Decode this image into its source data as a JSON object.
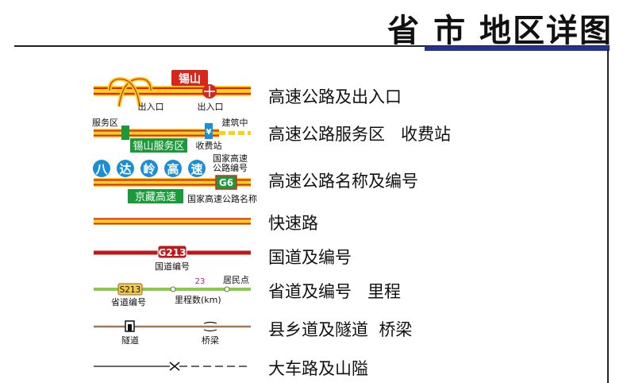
{
  "title": "省 市 地区详图",
  "legend": [
    {
      "label": "高速公路及出入口"
    },
    {
      "label": "高速公路服务区   收费站"
    },
    {
      "label": "高速公路名称及编号"
    },
    {
      "label": "快速路"
    },
    {
      "label": "国道及编号"
    },
    {
      "label": "省道及编号   里程"
    },
    {
      "label": "县乡道及隧道  桥梁"
    },
    {
      "label": "大车路及山隘"
    }
  ],
  "symbols": {
    "interchange_name": "锡山",
    "entrance_left": "出入口",
    "entrance_right": "出入口",
    "service_area": "服务区",
    "service_name": "锡山服务区",
    "toll": "收费站",
    "under_construction": "建筑中",
    "yen": "¥",
    "name_chars": [
      "八",
      "达",
      "岭",
      "高",
      "速"
    ],
    "national_expressway_label": "国家高速\n公路编号",
    "national_code": "G6",
    "expressway_name": "京藏高速",
    "national_name_label": "国家高速公路名称",
    "national_road_code": "G213",
    "national_road_label": "国道编号",
    "provincial_code": "S213",
    "provincial_label": "省道编号",
    "mileage_number": "23",
    "mileage_label": "里程数(km)",
    "settlement_label": "居民点",
    "tunnel_label": "隧道",
    "bridge_label": "桥梁"
  },
  "colors": {
    "expressway_red": "#d9261c",
    "expressway_yellow": "#f7d21a",
    "service_green": "#1a9a3a",
    "name_blue": "#1a8fd6",
    "national_red": "#c01818",
    "provincial_green": "#8cc84b",
    "county_brown": "#a0785a",
    "title_rule_blue": "#22348c"
  }
}
